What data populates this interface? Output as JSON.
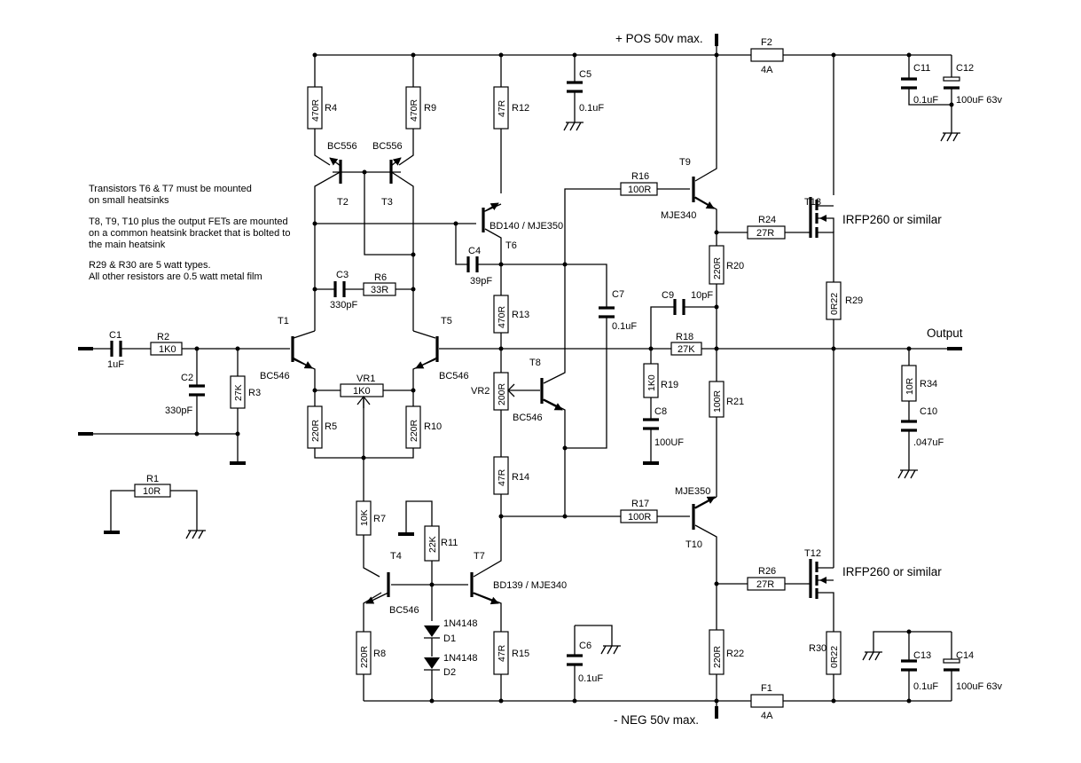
{
  "rails": {
    "pos": "+ POS 50v max.",
    "neg": "- NEG 50v max.",
    "output": "Output"
  },
  "notes": [
    "Transistors T6 & T7 must be mounted",
    "on small heatsinks",
    "T8, T9, T10 plus the output FETs are mounted",
    "on a common heatsink bracket that is bolted to",
    "the main heatsink",
    "R29 & R30 are 5 watt types.",
    "All other resistors are 0.5 watt metal film"
  ],
  "resistors": {
    "R1": {
      "ref": "R1",
      "val": "10R"
    },
    "R2": {
      "ref": "R2",
      "val": "1K0"
    },
    "R3": {
      "ref": "R3",
      "val": "27K"
    },
    "R4": {
      "ref": "R4",
      "val": "470R"
    },
    "R5": {
      "ref": "R5",
      "val": "220R"
    },
    "R6": {
      "ref": "R6",
      "val": "33R"
    },
    "R7": {
      "ref": "R7",
      "val": "10K"
    },
    "R8": {
      "ref": "R8",
      "val": "220R"
    },
    "R9": {
      "ref": "R9",
      "val": "470R"
    },
    "R10": {
      "ref": "R10",
      "val": "220R"
    },
    "R11": {
      "ref": "R11",
      "val": "22K"
    },
    "R12": {
      "ref": "R12",
      "val": "47R"
    },
    "R13": {
      "ref": "R13",
      "val": "470R"
    },
    "R14": {
      "ref": "R14",
      "val": "47R"
    },
    "R15": {
      "ref": "R15",
      "val": "47R"
    },
    "R16": {
      "ref": "R16",
      "val": "100R"
    },
    "R17": {
      "ref": "R17",
      "val": "100R"
    },
    "R18": {
      "ref": "R18",
      "val": "27K"
    },
    "R19": {
      "ref": "R19",
      "val": "1K0"
    },
    "R20": {
      "ref": "R20",
      "val": "220R"
    },
    "R21": {
      "ref": "R21",
      "val": "100R"
    },
    "R22": {
      "ref": "R22",
      "val": "220R"
    },
    "R24": {
      "ref": "R24",
      "val": "27R"
    },
    "R26": {
      "ref": "R26",
      "val": "27R"
    },
    "R29": {
      "ref": "R29",
      "val": "0R22"
    },
    "R30": {
      "ref": "R30",
      "val": "0R22"
    },
    "R34": {
      "ref": "R34",
      "val": "10R"
    },
    "VR1": {
      "ref": "VR1",
      "val": "1K0"
    },
    "VR2": {
      "ref": "VR2",
      "val": "200R"
    }
  },
  "capacitors": {
    "C1": {
      "ref": "C1",
      "val": "1uF"
    },
    "C2": {
      "ref": "C2",
      "val": "330pF"
    },
    "C3": {
      "ref": "C3",
      "val": "330pF"
    },
    "C4": {
      "ref": "C4",
      "val": "39pF"
    },
    "C5": {
      "ref": "C5",
      "val": "0.1uF"
    },
    "C6": {
      "ref": "C6",
      "val": "0.1uF"
    },
    "C7": {
      "ref": "C7",
      "val": "0.1uF"
    },
    "C8": {
      "ref": "C8",
      "val": "100UF"
    },
    "C9": {
      "ref": "C9",
      "val": "10pF"
    },
    "C10": {
      "ref": "C10",
      "val": ".047uF"
    },
    "C11": {
      "ref": "C11",
      "val": "0.1uF"
    },
    "C12": {
      "ref": "C12",
      "val": "100uF 63v"
    },
    "C13": {
      "ref": "C13",
      "val": "0.1uF"
    },
    "C14": {
      "ref": "C14",
      "val": "100uF 63v"
    }
  },
  "transistors": {
    "T1": {
      "ref": "T1",
      "type": "BC546"
    },
    "T2": {
      "ref": "T2",
      "type": "BC556"
    },
    "T3": {
      "ref": "T3",
      "type": "BC556"
    },
    "T4": {
      "ref": "T4",
      "type": "BC546"
    },
    "T5": {
      "ref": "T5",
      "type": "BC546"
    },
    "T6": {
      "ref": "T6",
      "type": "BD140 / MJE350"
    },
    "T7": {
      "ref": "T7",
      "type": "BD139 / MJE340"
    },
    "T8": {
      "ref": "T8",
      "type": "BC546"
    },
    "T9": {
      "ref": "T9",
      "type": "MJE340"
    },
    "T10": {
      "ref": "T10",
      "type": "MJE350"
    },
    "T12": {
      "ref": "T12",
      "type": "IRFP260 or similar"
    },
    "T13": {
      "ref": "T13",
      "type": "IRFP260 or similar"
    }
  },
  "diodes": {
    "D1": {
      "ref": "D1",
      "type": "1N4148"
    },
    "D2": {
      "ref": "D2",
      "type": "1N4148"
    }
  },
  "fuses": {
    "F1": {
      "ref": "F1",
      "val": "4A"
    },
    "F2": {
      "ref": "F2",
      "val": "4A"
    }
  }
}
